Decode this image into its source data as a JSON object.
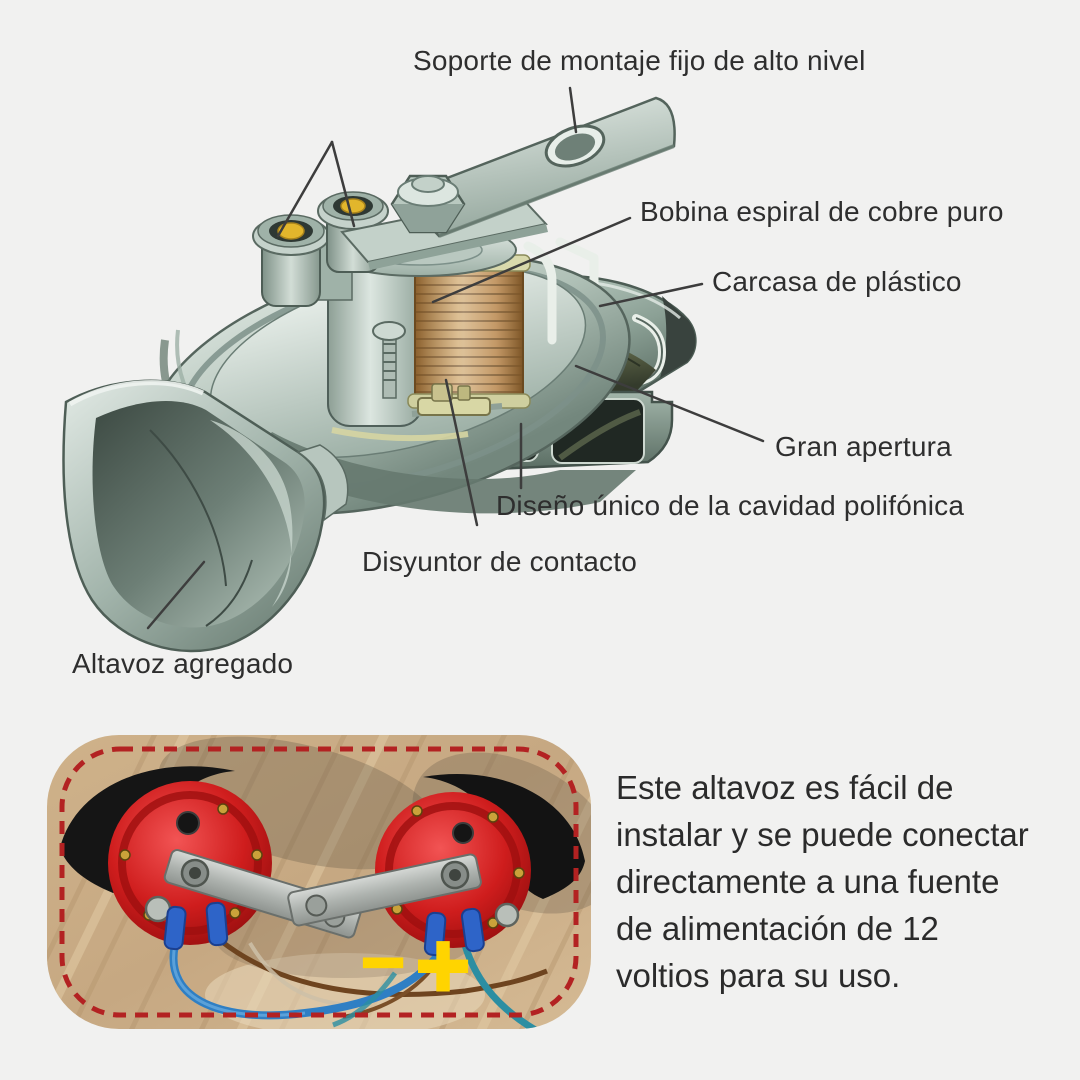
{
  "page": {
    "type": "product-infographic-car-horn"
  },
  "diagram": {
    "labels": {
      "soporte": "Soporte de montaje fijo de alto nivel",
      "bobina": "Bobina espiral de cobre puro",
      "carcasa": "Carcasa de plástico",
      "gran_apertura": "Gran apertura",
      "diseno": "Diseño único de la cavidad polifónica",
      "disyuntor": "Disyuntor de contacto",
      "altavoz": "Altavoz agregado"
    }
  },
  "bottom": {
    "lines": [
      "Este altavoz es fácil de",
      "instalar y se puede conectar",
      "directamente a una fuente",
      "de alimentación de 12",
      "voltios para su uso."
    ],
    "polarity": {
      "minus": "−",
      "plus": "+"
    }
  },
  "icons": {
    "minus": "minus-polarity-icon",
    "plus": "plus-polarity-icon"
  },
  "colors": {
    "background": "#f1f1f0",
    "text": "#2e2e2e",
    "leader_line": "#3d3d3d",
    "dashed_border_red": "#b32222",
    "polarity_yellow": "#ffd400",
    "horn_red": "#c51a1a",
    "metal_green_gray": "#9fb2a8",
    "copper_coil": "#b8854a",
    "wood_table": "#c9ad87",
    "terminal_yellow": "#e2b62c"
  }
}
